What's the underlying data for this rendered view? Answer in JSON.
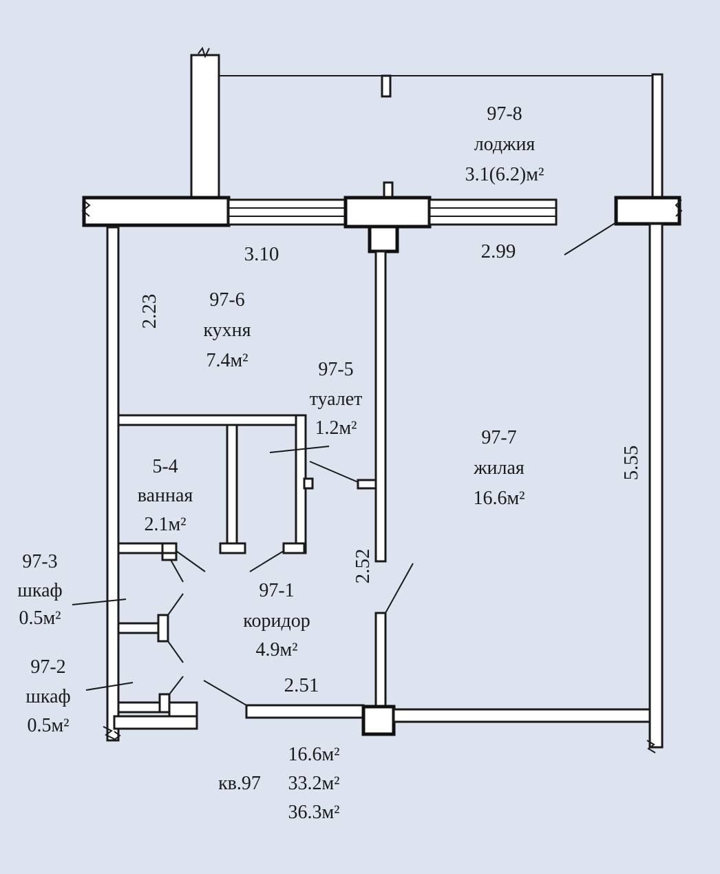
{
  "rooms": {
    "loggia": {
      "id": "97-8",
      "name": "лоджия",
      "area": "3.1(6.2)м²"
    },
    "kitchen": {
      "id": "97-6",
      "name": "кухня",
      "area": "7.4м²"
    },
    "toilet": {
      "id": "97-5",
      "name": "туалет",
      "area": "1.2м²"
    },
    "living": {
      "id": "97-7",
      "name": "жилая",
      "area": "16.6м²"
    },
    "bath": {
      "id": "5-4",
      "name": "ванная",
      "area": "2.1м²"
    },
    "closet3": {
      "id": "97-3",
      "name": "шкаф",
      "area": "0.5м²"
    },
    "corridor": {
      "id": "97-1",
      "name": "коридор",
      "area": "4.9м²"
    },
    "closet2": {
      "id": "97-2",
      "name": "шкаф",
      "area": "0.5м²"
    }
  },
  "dimensions": {
    "kitchen_width": "3.10",
    "living_width": "2.99",
    "kitchen_depth": "2.23",
    "living_depth": "5.55",
    "corridor_depth": "2.52",
    "corridor_width": "2.51"
  },
  "summary": {
    "apartment": "кв.97",
    "living_area": "16.6м²",
    "usable_area": "33.2м²",
    "total_area": "36.3м²"
  },
  "colors": {
    "background": "#dde3ef",
    "line": "#1a1a1a"
  }
}
